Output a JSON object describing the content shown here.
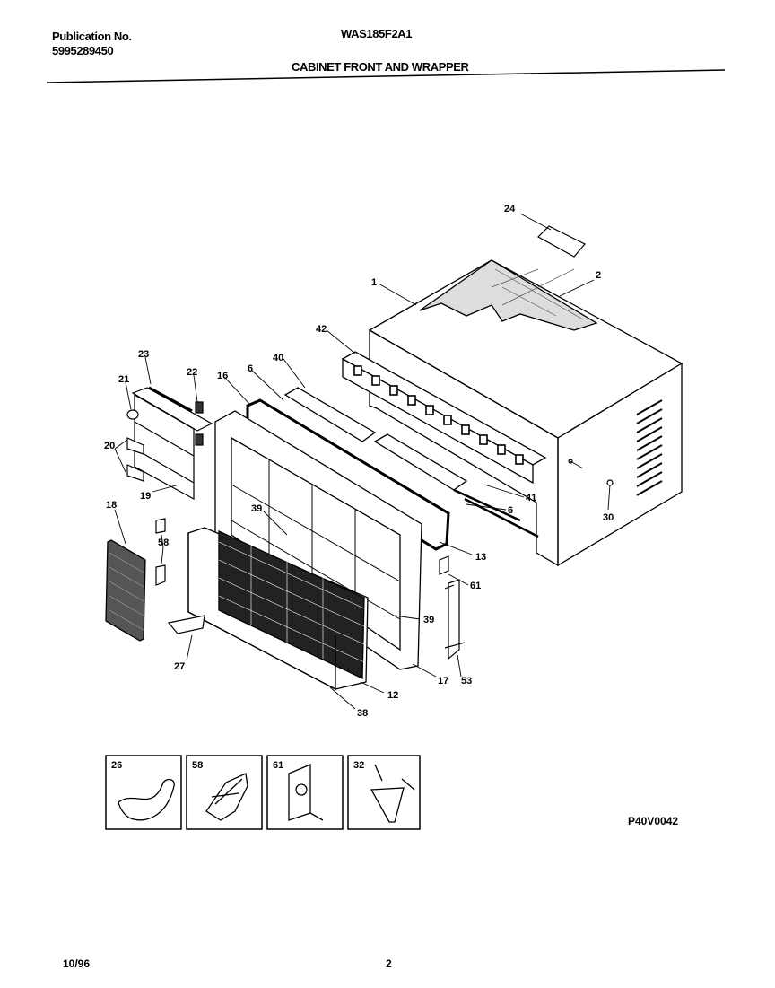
{
  "header": {
    "publication_label": "Publication No.",
    "publication_number": "5995289450",
    "model": "WAS185F2A1",
    "section_title": "CABINET FRONT AND WRAPPER"
  },
  "parts": [
    {
      "id": "p1",
      "label": "1"
    },
    {
      "id": "p2",
      "label": "2"
    },
    {
      "id": "p24",
      "label": "24"
    },
    {
      "id": "p42",
      "label": "42"
    },
    {
      "id": "p40",
      "label": "40"
    },
    {
      "id": "p6a",
      "label": "6"
    },
    {
      "id": "p16",
      "label": "16"
    },
    {
      "id": "p22",
      "label": "22"
    },
    {
      "id": "p23",
      "label": "23"
    },
    {
      "id": "p21",
      "label": "21"
    },
    {
      "id": "p20",
      "label": "20"
    },
    {
      "id": "p19",
      "label": "19"
    },
    {
      "id": "p18",
      "label": "18"
    },
    {
      "id": "p58",
      "label": "58"
    },
    {
      "id": "p39a",
      "label": "39"
    },
    {
      "id": "p41",
      "label": "41"
    },
    {
      "id": "p6b",
      "label": "6"
    },
    {
      "id": "p30",
      "label": "30"
    },
    {
      "id": "p13",
      "label": "13"
    },
    {
      "id": "p61",
      "label": "61"
    },
    {
      "id": "p39b",
      "label": "39"
    },
    {
      "id": "p27",
      "label": "27"
    },
    {
      "id": "p12",
      "label": "12"
    },
    {
      "id": "p17",
      "label": "17"
    },
    {
      "id": "p53",
      "label": "53"
    },
    {
      "id": "p38",
      "label": "38"
    }
  ],
  "detail_boxes": [
    {
      "id": "d26",
      "label": "26"
    },
    {
      "id": "d58",
      "label": "58"
    },
    {
      "id": "d61",
      "label": "61"
    },
    {
      "id": "d32",
      "label": "32"
    }
  ],
  "figure_code": "P40V0042",
  "footer": {
    "date": "10/96",
    "page": "2"
  }
}
